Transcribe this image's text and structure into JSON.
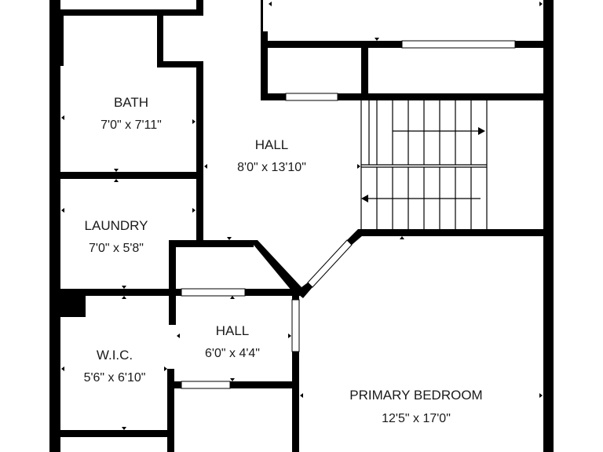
{
  "floorplan": {
    "rooms": [
      {
        "key": "bath",
        "name": "BATH",
        "dims": "7'0\" x 7'11\""
      },
      {
        "key": "hall-upper",
        "name": "HALL",
        "dims": "8'0\" x 13'10\""
      },
      {
        "key": "laundry",
        "name": "LAUNDRY",
        "dims": "7'0\" x 5'8\""
      },
      {
        "key": "hall-lower",
        "name": "HALL",
        "dims": "6'0\" x 4'4\""
      },
      {
        "key": "wic",
        "name": "W.I.C.",
        "dims": "5'6\" x 6'10\""
      },
      {
        "key": "primary-bedroom",
        "name": "PRIMARY BEDROOM",
        "dims": "12'5\" x 17'0\""
      }
    ],
    "colors": {
      "wall": "#000000",
      "background": "#ffffff",
      "text": "#1a1a1a"
    }
  }
}
